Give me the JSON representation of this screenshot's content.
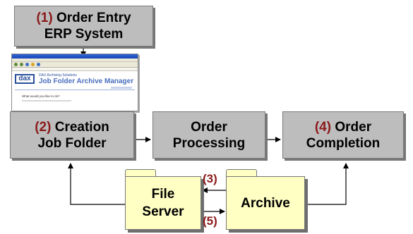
{
  "boxes": {
    "erp": {
      "num": "(1)",
      "line1": "Order Entry",
      "line2": "ERP System"
    },
    "creation": {
      "num": "(2)",
      "line1": "Creation",
      "line2": "Job Folder"
    },
    "processing": {
      "line1": "Order",
      "line2": "Processing"
    },
    "completion": {
      "num": "(4)",
      "line1": "Order",
      "line2": "Completion"
    }
  },
  "folders": {
    "file_server": {
      "line1": "File",
      "line2": "Server"
    },
    "archive": {
      "line1": "Archive"
    }
  },
  "steps": {
    "three": "(3)",
    "five": "(5)"
  },
  "screenshot": {
    "logo": "dax",
    "company": "DAX Archiving Solutions",
    "app_title": "Job Folder Archive Manager",
    "prompt": "What would you like to do?"
  },
  "colors": {
    "box_fill": "#bdbdbd",
    "folder_fill": "#ffffc4",
    "step_number": "#8b1a1a",
    "shadow": "#777777"
  }
}
